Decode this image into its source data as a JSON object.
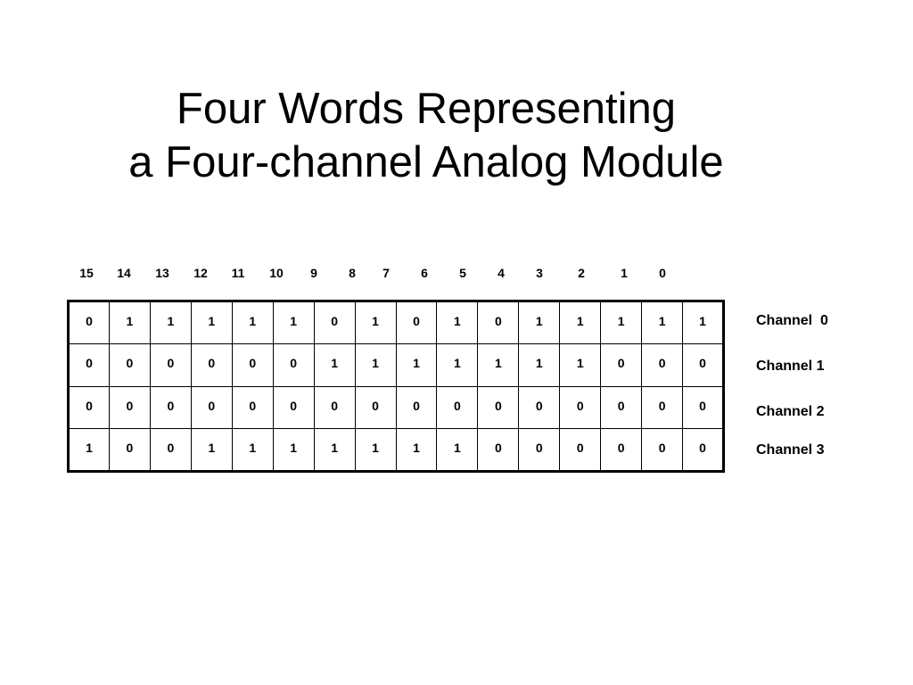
{
  "title": {
    "line1": "Four Words Representing",
    "line2": "a Four-channel Analog Module"
  },
  "bit_positions": [
    "15",
    "14",
    "13",
    "12",
    "11",
    "10",
    "9",
    "8",
    "7",
    "6",
    "5",
    "4",
    "3",
    "2",
    "1",
    "0"
  ],
  "channels": [
    {
      "label": "Channel  0",
      "bits": [
        "0",
        "1",
        "1",
        "1",
        "1",
        "1",
        "0",
        "1",
        "0",
        "1",
        "0",
        "1",
        "1",
        "1",
        "1",
        "1"
      ]
    },
    {
      "label": "Channel 1",
      "bits": [
        "0",
        "0",
        "0",
        "0",
        "0",
        "0",
        "1",
        "1",
        "1",
        "1",
        "1",
        "1",
        "1",
        "0",
        "0",
        "0"
      ]
    },
    {
      "label": "Channel 2",
      "bits": [
        "0",
        "0",
        "0",
        "0",
        "0",
        "0",
        "0",
        "0",
        "0",
        "0",
        "0",
        "0",
        "0",
        "0",
        "0",
        "0"
      ]
    },
    {
      "label": "Channel 3",
      "bits": [
        "1",
        "0",
        "0",
        "1",
        "1",
        "1",
        "1",
        "1",
        "1",
        "1",
        "0",
        "0",
        "0",
        "0",
        "0",
        "0"
      ]
    }
  ]
}
